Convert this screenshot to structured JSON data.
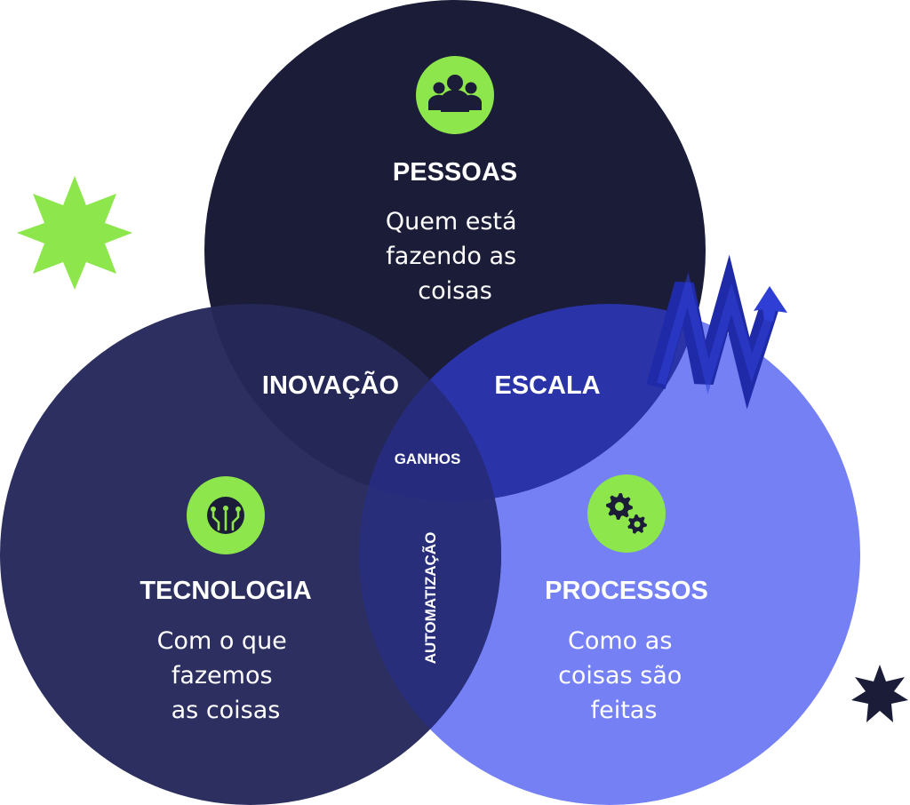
{
  "colors": {
    "pessoas": "#1b1c37",
    "tecnologia": "#2c2f60",
    "processos": "#7480f4",
    "intersection_inovacao": "#252857",
    "intersection_escala": "#2a33a8",
    "intersection_automatizacao": "#282e7a",
    "center": "#262b7e",
    "accent_green": "#8de64b",
    "arrow_blue": "#2f3fd6",
    "star_dark": "#1b1c37"
  },
  "sets": {
    "pessoas": {
      "title": "PESSOAS",
      "desc": [
        "Quem está",
        "fazendo as",
        "coisas"
      ],
      "icon": "people-icon"
    },
    "tecnologia": {
      "title": "TECNOLOGIA",
      "desc": [
        "Com o que",
        "fazemos",
        "as coisas"
      ],
      "icon": "circuit-icon"
    },
    "processos": {
      "title": "PROCESSOS",
      "desc": [
        "Como as",
        "coisas são",
        "feitas"
      ],
      "icon": "gears-icon"
    }
  },
  "intersections": {
    "inovacao": "INOVAÇÃO",
    "escala": "ESCALA",
    "automatizacao": "AUTOMATIZAÇÃO",
    "ganhos": "GANHOS"
  },
  "decorations": [
    "green-star-icon",
    "dark-star-icon",
    "zigzag-arrow-icon"
  ]
}
